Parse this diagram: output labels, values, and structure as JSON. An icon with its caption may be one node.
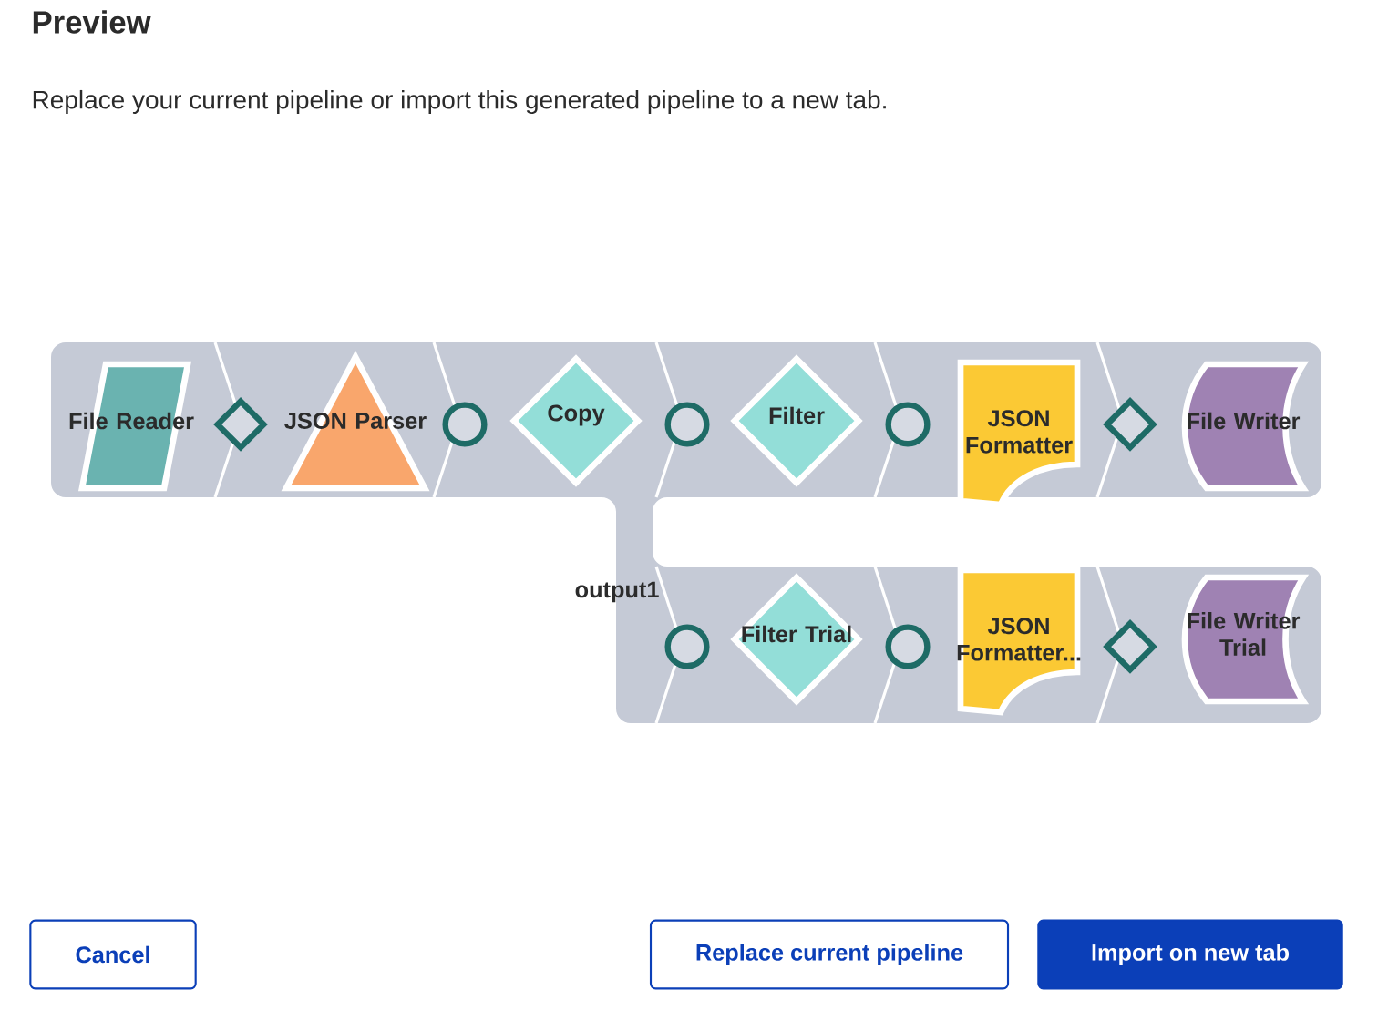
{
  "diagram": {
    "title": "Preview",
    "nodes": [
      {
        "text": [
          "File Reader"
        ]
      },
      {
        "text": [],
        "shape": "diamond"
      },
      {
        "text": [
          "JSON Parser"
        ]
      },
      {
        "text": [],
        "shape": "circle"
      },
      {
        "text": [
          "Copy"
        ]
      },
      {
        "text": [],
        "shape": "circle"
      },
      {
        "text": [
          "Filter"
        ]
      },
      {
        "text": [],
        "shape": "circle"
      },
      {
        "text": [
          "JSON Formatter"
        ]
      },
      {
        "text": [],
        "shape": "diamond"
      },
      {
        "text": [
          "File Writer"
        ]
      },
      {
        "text": [],
        "shape": "circle"
      },
      {
        "text": [
          "Filter Trial"
        ]
      },
      {
        "text": [],
        "shape": "circle"
      },
      {
        "text": [
          "JSON Formatter..."
        ]
      },
      {
        "text": [],
        "shape": "diamond"
      },
      {
        "text": [
          "File Writer Trial"
        ]
      },
      {
        "text": [
          "Cancel"
        ]
      },
      {
        "text": [
          "Replace current pipeline"
        ]
      },
      {
        "text": [
          "Import on new tab"
        ]
      }
    ],
    "labels": [
      "Replace your current pipeline or import this generated pipeline to a new tab.",
      "output1"
    ]
  }
}
